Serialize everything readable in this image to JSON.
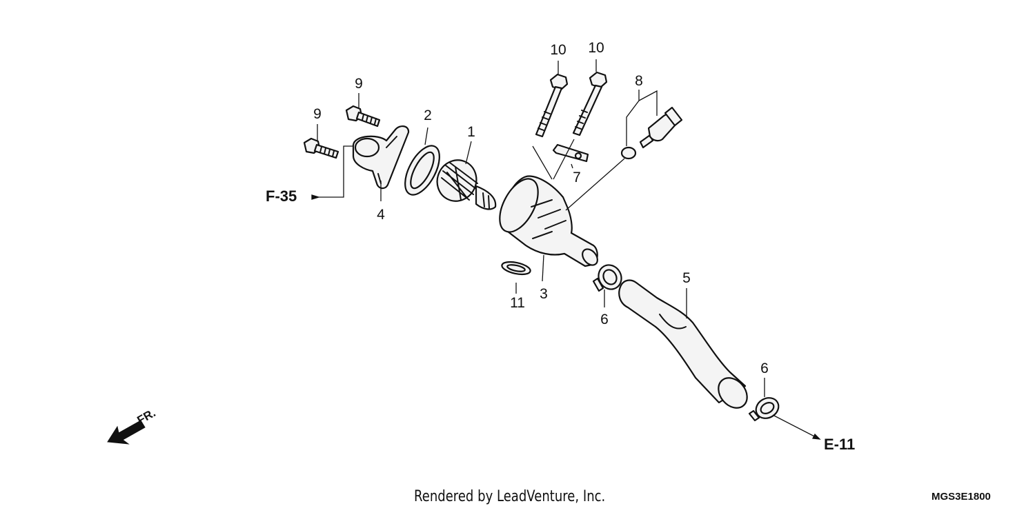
{
  "callouts": {
    "c1": "1",
    "c2": "2",
    "c3": "3",
    "c4": "4",
    "c5": "5",
    "c6a": "6",
    "c6b": "6",
    "c7": "7",
    "c8": "8",
    "c9a": "9",
    "c9b": "9",
    "c10a": "10",
    "c10b": "10",
    "c11": "11"
  },
  "references": {
    "left": "F-35",
    "right": "E-11"
  },
  "direction": {
    "label": "FR."
  },
  "footer": {
    "credit": "Rendered by LeadVenture, Inc.",
    "code": "MGS3E1800"
  },
  "icons": {
    "front_arrow": "arrow-left-down-icon"
  }
}
